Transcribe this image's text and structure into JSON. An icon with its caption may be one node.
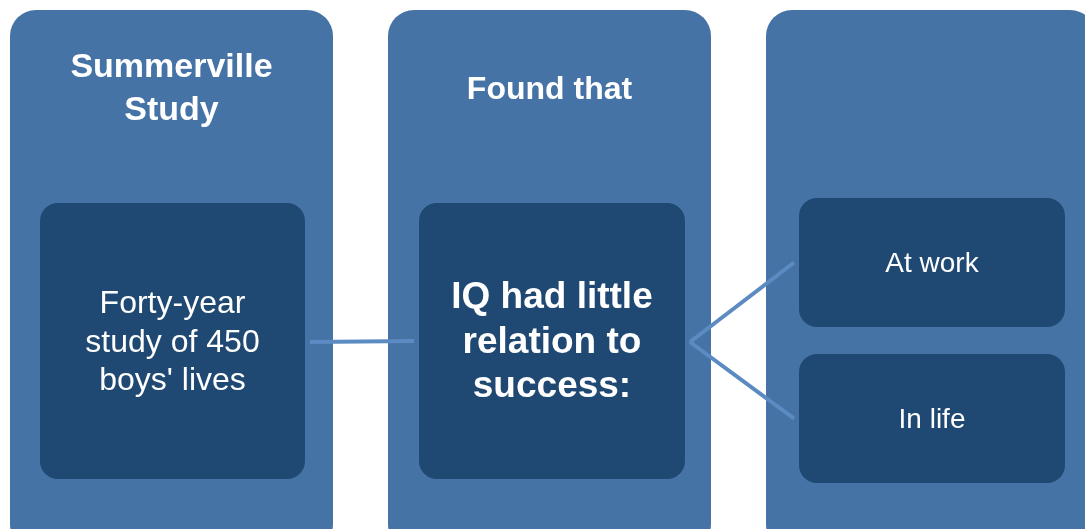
{
  "diagram": {
    "nodes": [
      {
        "text": [
          "Summerville Study"
        ]
      },
      {
        "text": [
          "Forty-year study of 450 boys' lives"
        ],
        "in": 0
      },
      {
        "text": [
          "Found that"
        ]
      },
      {
        "text": [
          "IQ had little relation to success:"
        ],
        "in": 2
      },
      {
        "text": [],
        "shape": "box"
      },
      {
        "text": [
          "At work"
        ],
        "in": 4
      },
      {
        "text": [
          "In life"
        ],
        "in": 4
      }
    ],
    "edges": [
      {
        "from": 1,
        "to": 3,
        "arrow": "none"
      },
      {
        "from": 3,
        "to": 5,
        "arrow": "none"
      },
      {
        "from": 3,
        "to": 6,
        "arrow": "none"
      }
    ]
  }
}
